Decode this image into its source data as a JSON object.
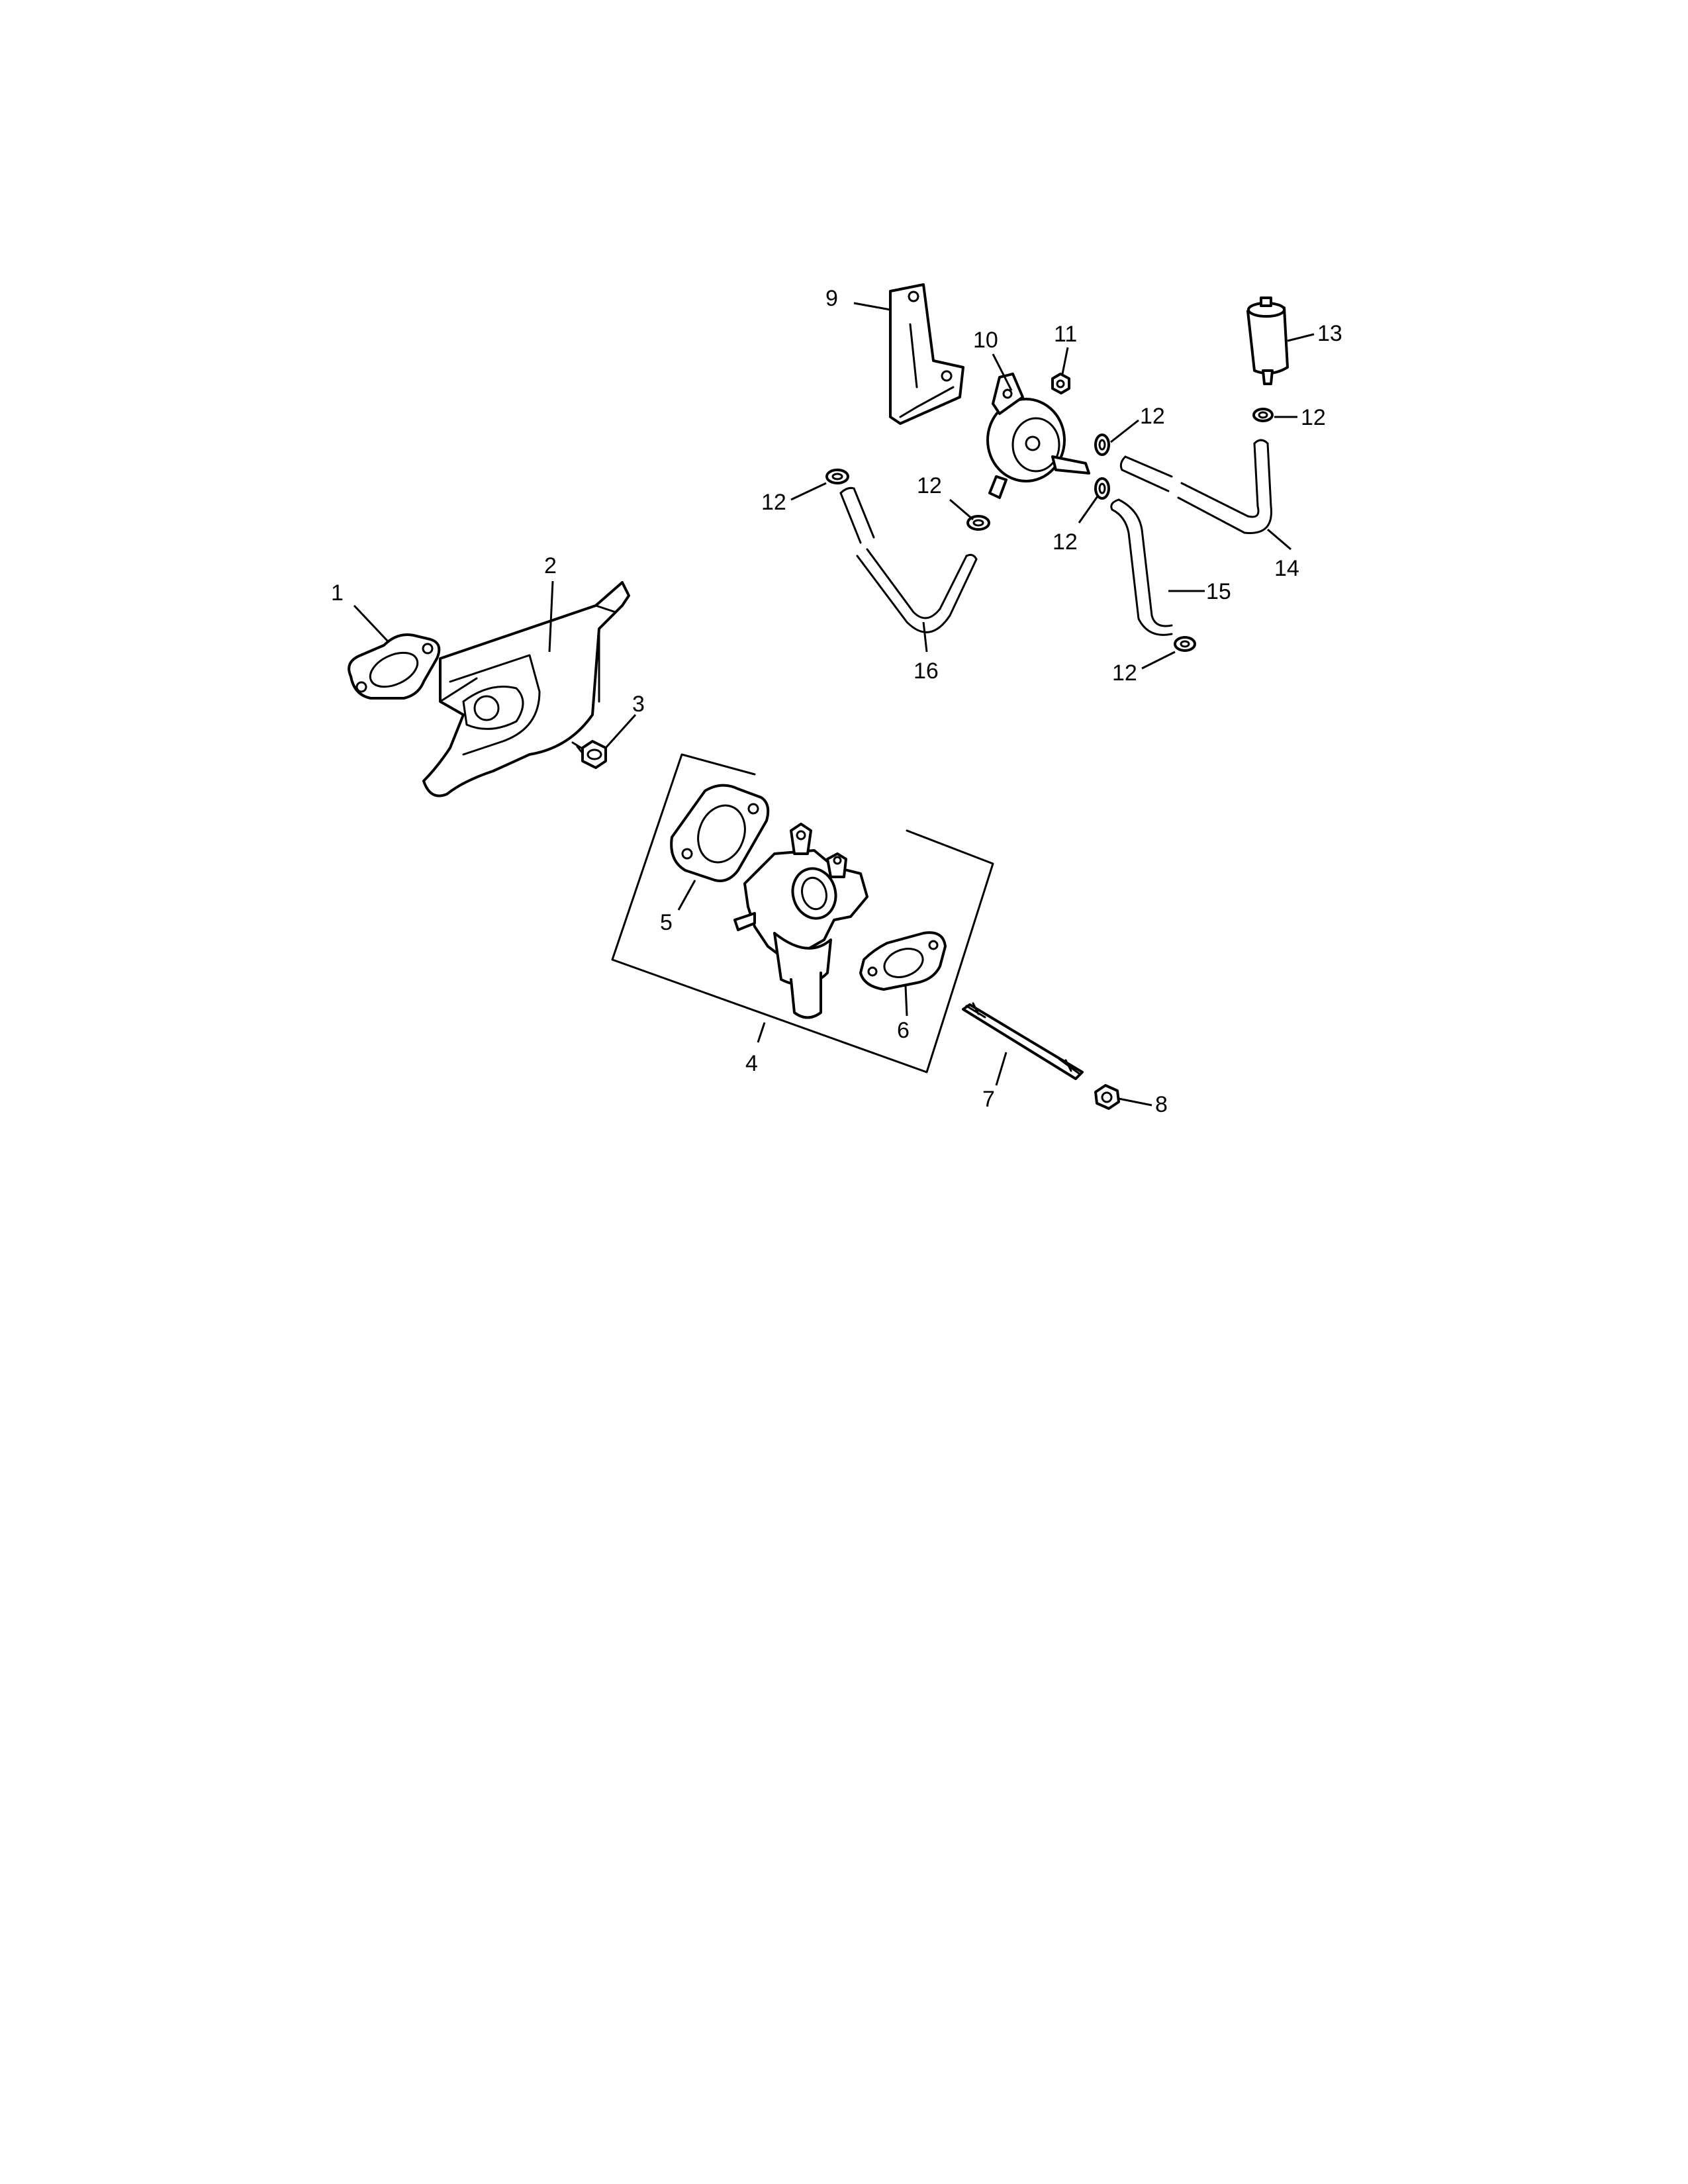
{
  "callouts": {
    "c1": "1",
    "c2": "2",
    "c3": "3",
    "c4": "4",
    "c5": "5",
    "c6": "6",
    "c7": "7",
    "c8": "8",
    "c9": "9",
    "c10": "10",
    "c11": "11",
    "c12a": "12",
    "c12b": "12",
    "c12c": "12",
    "c12d": "12",
    "c12e": "12",
    "c12f": "12",
    "c13": "13",
    "c14": "14",
    "c15": "15",
    "c16": "16"
  }
}
